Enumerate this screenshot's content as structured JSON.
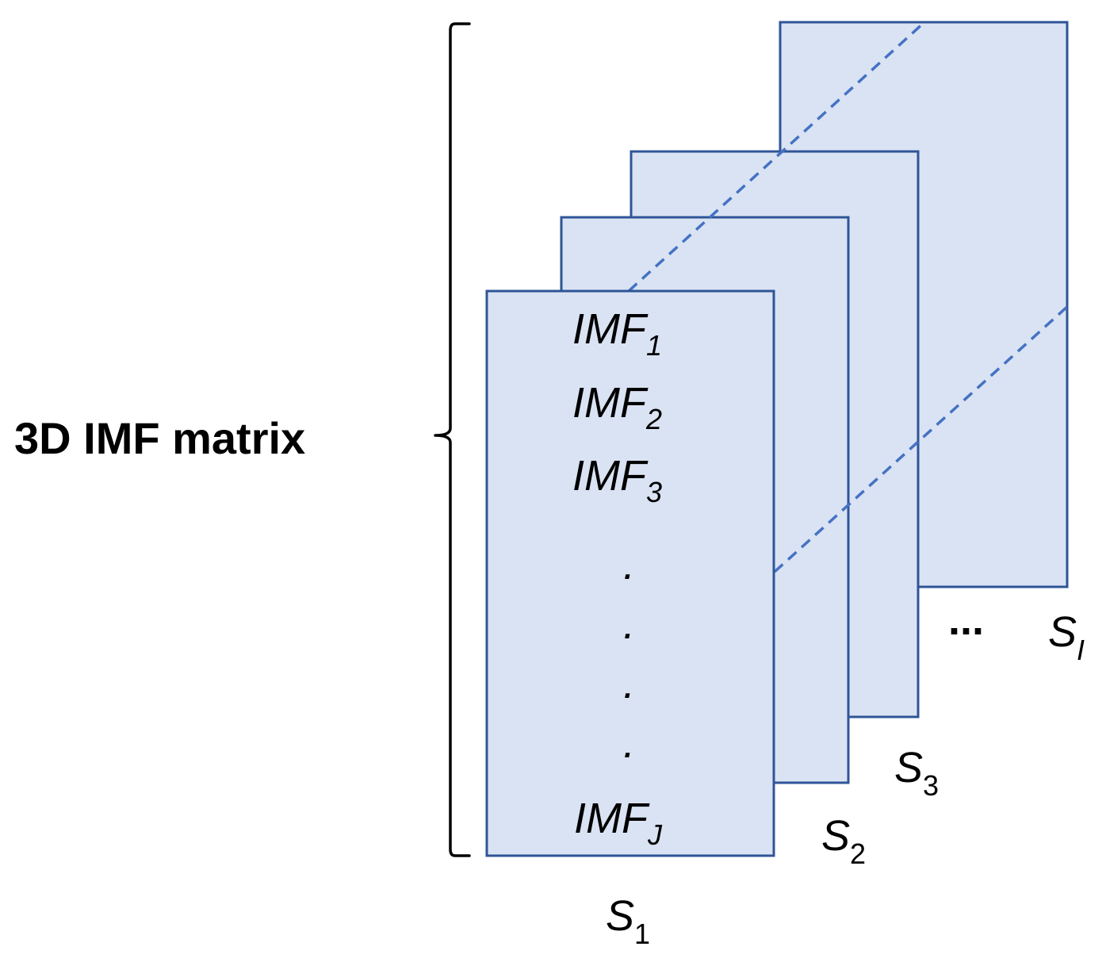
{
  "title": "3D IMF matrix",
  "colors": {
    "sheet_fill": "#dae3f3",
    "sheet_stroke": "#2f5597",
    "dashed_line": "#4472c4",
    "text": "#000000"
  },
  "imf_rows": [
    {
      "main": "IMF",
      "sub": "1"
    },
    {
      "main": "IMF",
      "sub": "2"
    },
    {
      "main": "IMF",
      "sub": "3"
    },
    {
      "main": "IMF",
      "sub": "J"
    }
  ],
  "vertical_dots": [
    ".",
    ".",
    ".",
    "."
  ],
  "sheet_labels": [
    {
      "main": "S",
      "sub": "1"
    },
    {
      "main": "S",
      "sub": "2"
    },
    {
      "main": "S",
      "sub": "3"
    },
    {
      "main": "S",
      "sub": "I"
    }
  ],
  "horizontal_ellipsis": "..."
}
